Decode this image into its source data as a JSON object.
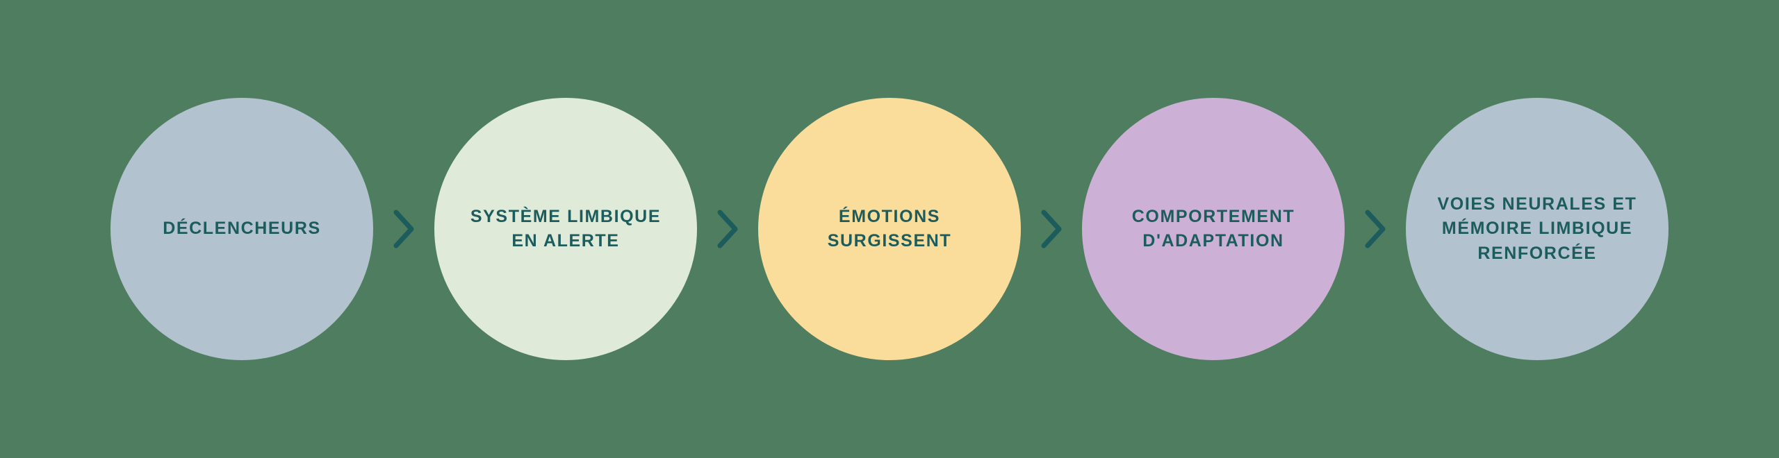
{
  "diagram": {
    "background_color": "#4e7d60",
    "text_color": "#1d5c5c",
    "chevron_color": "#1d5c5c",
    "steps": [
      {
        "label": "DÉCLENCHEURS",
        "color": "#b2c2ce"
      },
      {
        "label": "SYSTÈME LIMBIQUE\nEN ALERTE",
        "color": "#dfead9"
      },
      {
        "label": "ÉMOTIONS\nSURGISSENT",
        "color": "#fbdd9b"
      },
      {
        "label": "COMPORTEMENT\nD'ADAPTATION",
        "color": "#cdb0d5"
      },
      {
        "label": "VOIES NEURALES ET\nMÉMOIRE LIMBIQUE\nRENFORCÉE",
        "color": "#b2c2ce"
      }
    ]
  }
}
